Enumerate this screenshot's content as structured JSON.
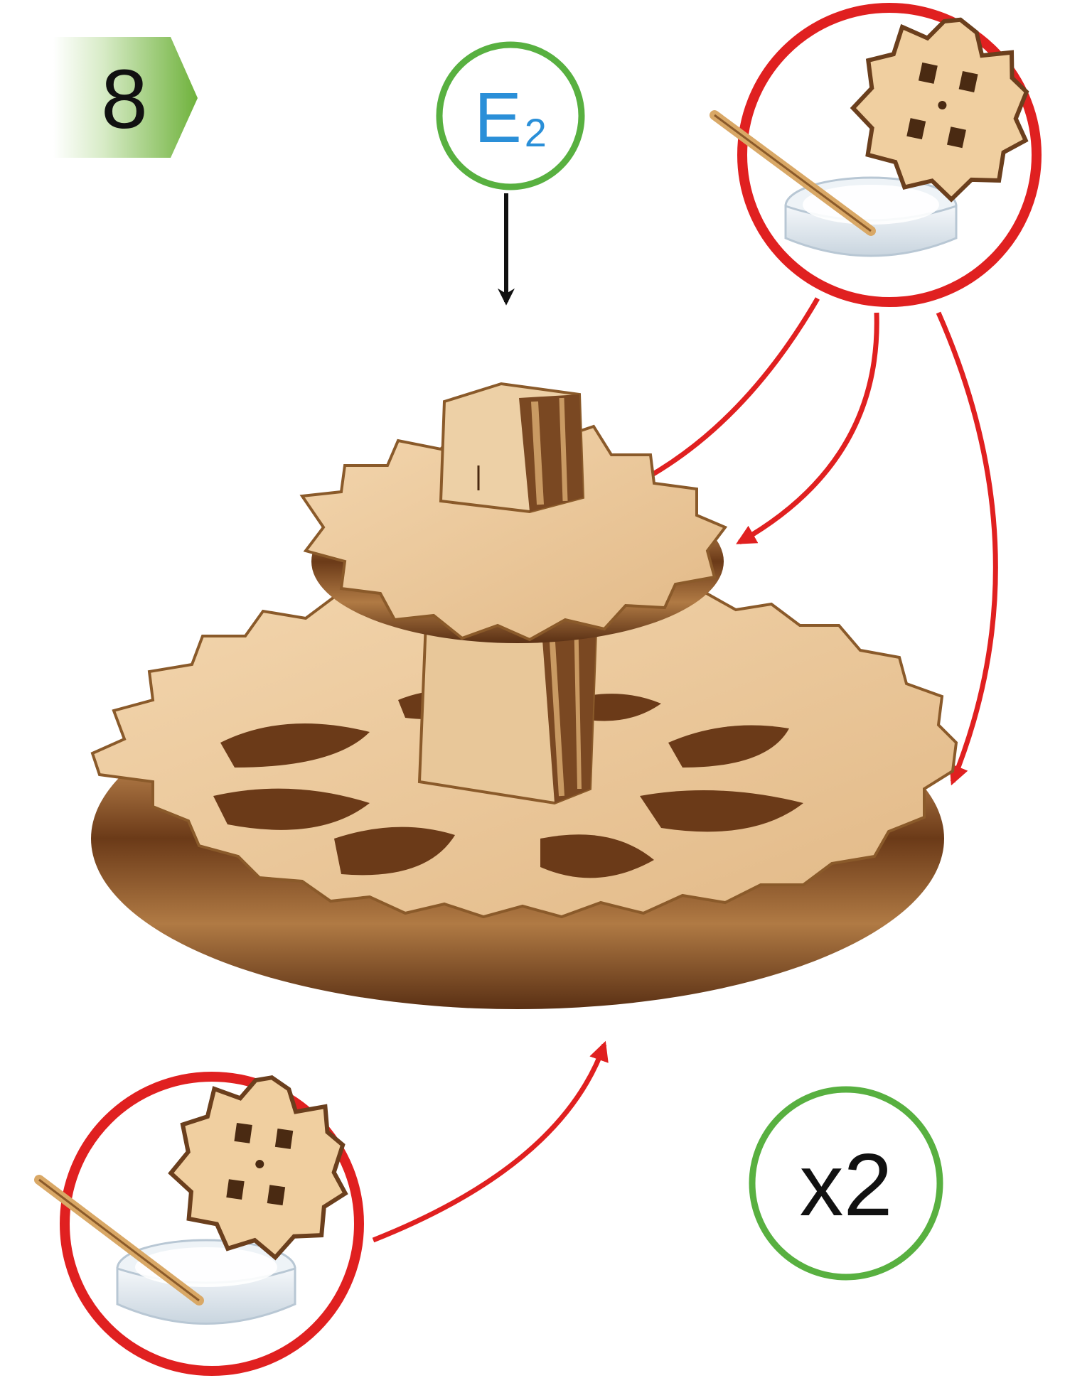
{
  "step": {
    "number": "8"
  },
  "part": {
    "letter": "E",
    "subscript": "2"
  },
  "multiplier": {
    "label": "x2"
  },
  "colors": {
    "step_badge_green": "#7ab648",
    "step_badge_light": "#e6f1dc",
    "part_ring_green": "#58b040",
    "part_label_blue": "#2a8fd8",
    "glue_callout_red": "#e02020",
    "wood_light": "#e9c596",
    "wood_dark": "#6b3f1d",
    "glue_pot": "#dfe7ee"
  },
  "icons": {
    "glue": "glue-pot-with-stick-icon",
    "gear": "small-gear-icon"
  }
}
